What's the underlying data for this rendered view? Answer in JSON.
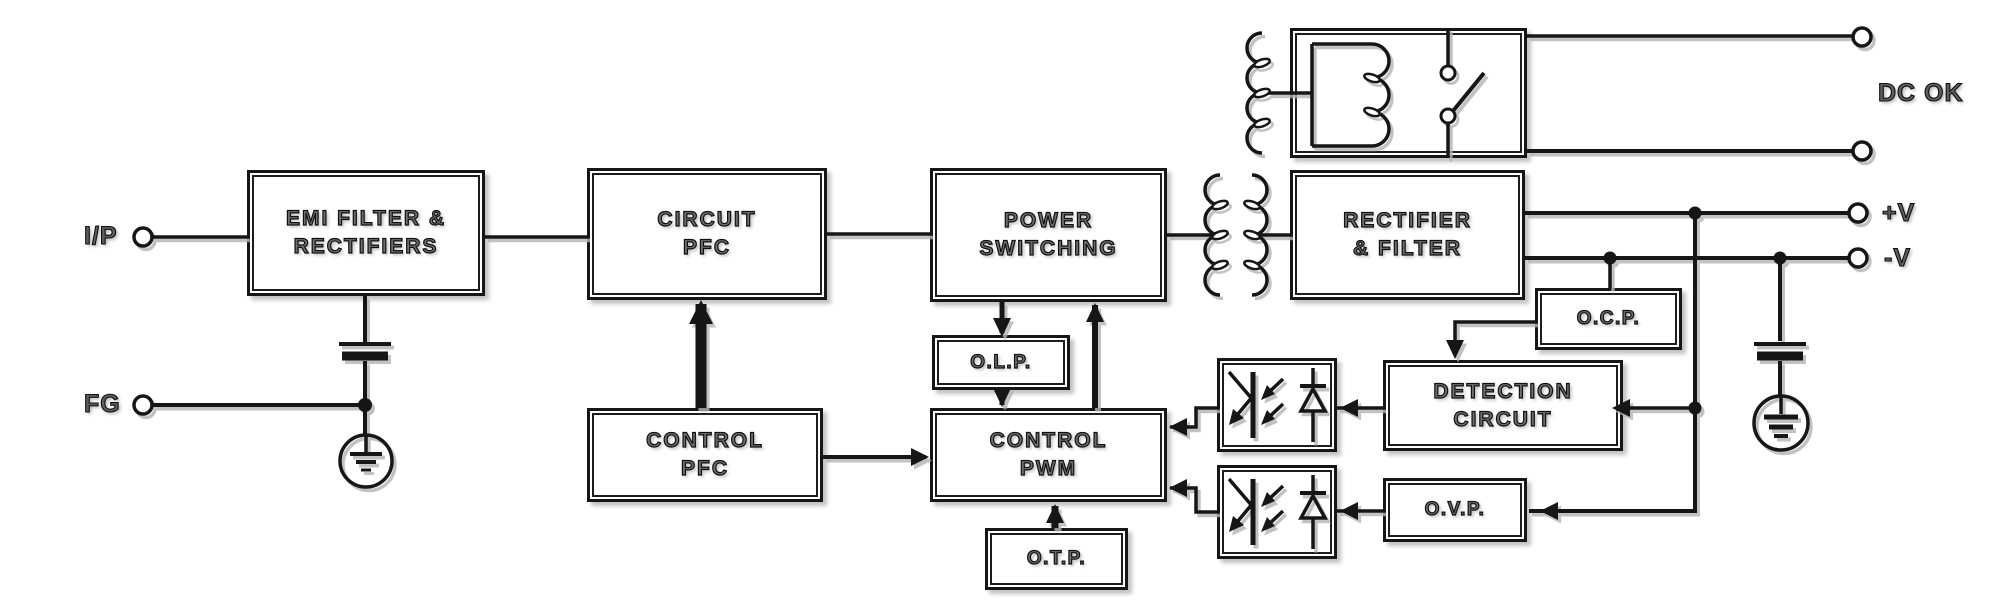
{
  "diagram_type": "power-supply-block-diagram",
  "colors": {
    "line": "#161616",
    "line_shadow": "#b3b3b3",
    "background": "#ffffff",
    "label_fill": "#6f6f6f",
    "label_outline": "#101010"
  },
  "terminals": {
    "input": {
      "label": "I/P"
    },
    "frame_ground": {
      "label": "FG"
    },
    "dc_ok": {
      "label": "DC OK"
    },
    "positive_output": {
      "label": "+V"
    },
    "negative_output": {
      "label": "-V"
    }
  },
  "blocks": {
    "emi_filter": {
      "line1": "EMI FILTER &",
      "line2": "RECTIFIERS"
    },
    "pfc_circuit": {
      "line1": "CIRCUIT",
      "line2": "PFC"
    },
    "power_switching": {
      "line1": "POWER",
      "line2": "SWITCHING"
    },
    "rectifier_filter": {
      "line1": "RECTIFIER",
      "line2": "& FILTER"
    },
    "pfc_control": {
      "line1": "CONTROL",
      "line2": "PFC"
    },
    "pwm_control": {
      "line1": "CONTROL",
      "line2": "PWM"
    },
    "olp": {
      "label": "O.L.P."
    },
    "otp": {
      "label": "O.T.P."
    },
    "ocp": {
      "label": "O.C.P."
    },
    "ovp": {
      "label": "O.V.P."
    },
    "detection_circuit": {
      "line1": "DETECTION",
      "line2": "CIRCUIT"
    }
  },
  "symbols": {
    "main_transformer": "main-transformer-icon",
    "auxiliary_winding": "auxiliary-winding-icon",
    "relay_coil": "relay-coil-icon",
    "relay_contact": "relay-contact-icon",
    "optocoupler": "optocoupler-icon",
    "y_capacitor": "y-capacitor-icon",
    "earth_ground": "earth-ground-icon",
    "junction_dot": "junction-dot",
    "signal_arrow": "signal-arrow"
  }
}
